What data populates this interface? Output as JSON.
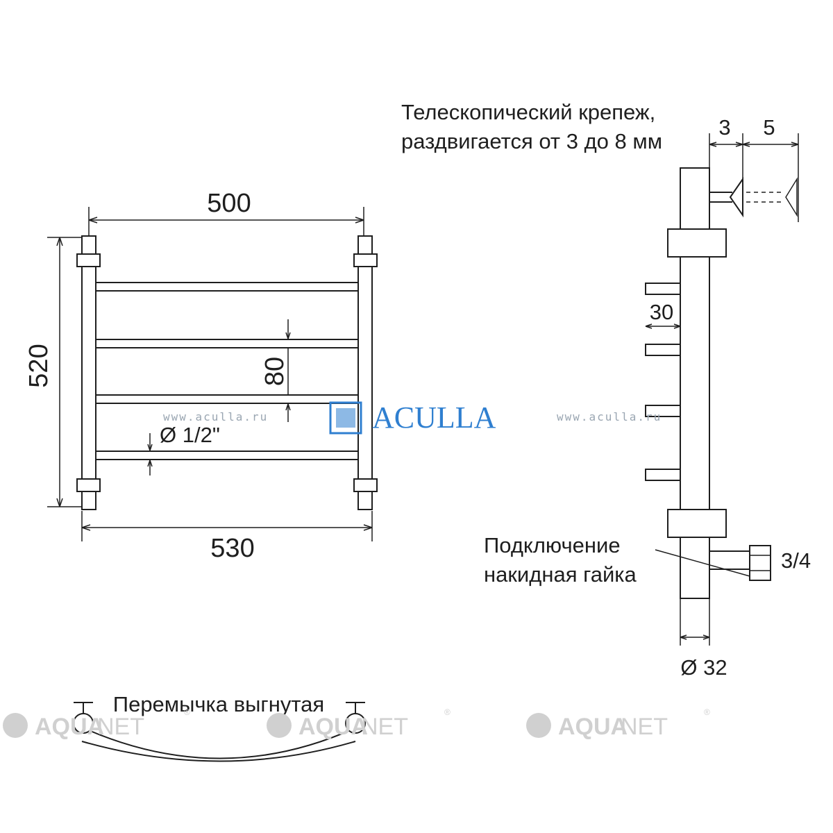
{
  "front_view": {
    "width_label": "500",
    "height_label": "520",
    "overall_width_label": "530",
    "rung_spacing_label": "80",
    "pipe_diameter_label": "Ø 1/2\""
  },
  "side_view": {
    "mount_note_line1": "Телескопический крепеж,",
    "mount_note_line2": "раздвигается от 3 до 8 мм",
    "mount_min_label": "3",
    "mount_extra_label": "5",
    "rung_depth_label": "30",
    "connection_line1": "Подключение",
    "connection_line2": "накидная гайка",
    "thread_label": "3/4",
    "upright_diameter_label": "Ø 32"
  },
  "top_view": {
    "jumper_label": "Перемычка выгнутая"
  },
  "watermarks": {
    "site_left": "www.aculla.ru",
    "site_right": "www.aculla.ru",
    "brand": "ACULLA",
    "aquanet_bold": "AQUA",
    "aquanet_light": "NET",
    "registered": "®"
  },
  "colors": {
    "line": "#1e1e1e",
    "brand_blue": "#2f7fd0",
    "watermark_gray": "#d0d0d0"
  }
}
